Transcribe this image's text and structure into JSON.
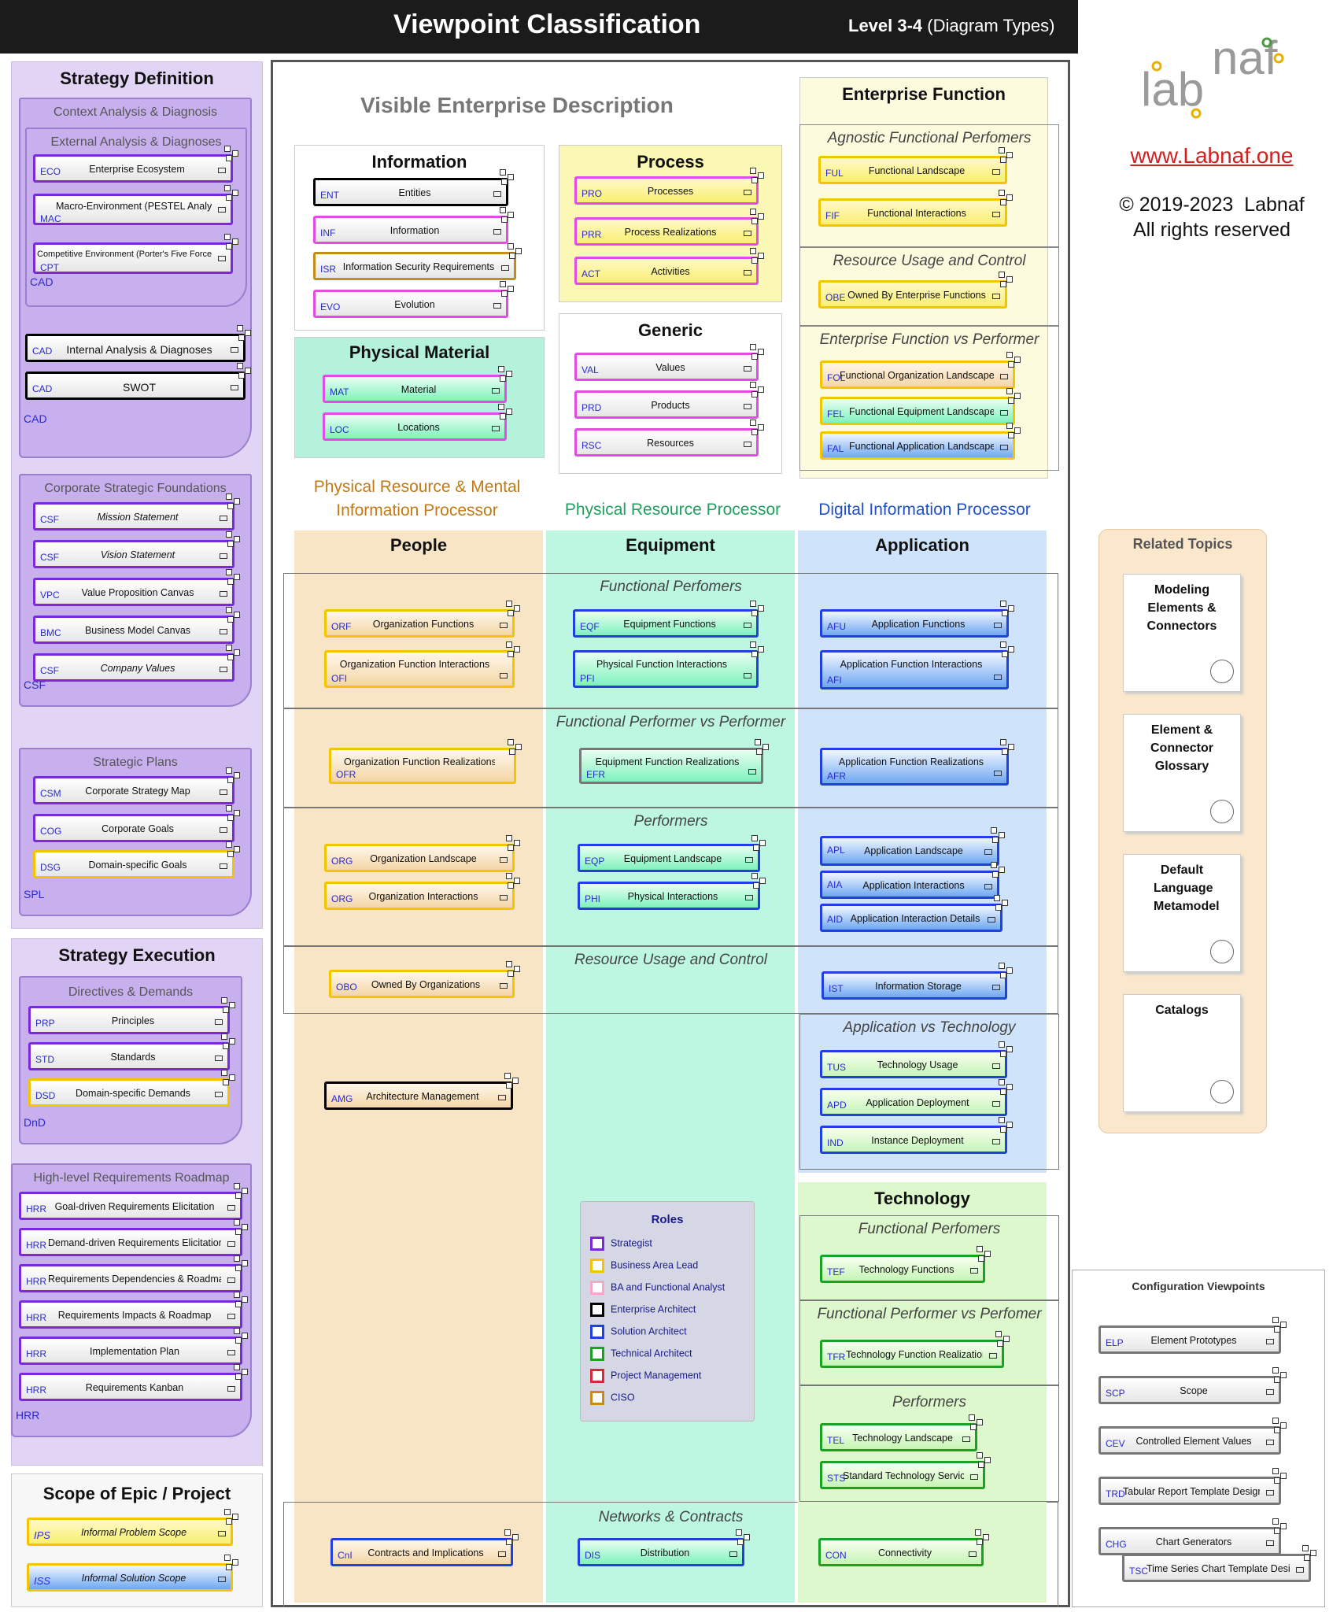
{
  "header": {
    "title": "Viewpoint Classification",
    "level_bold": "Level 3-4",
    "level_rest": " (Diagram Types)"
  },
  "brand": {
    "url": "www.Labnaf.one",
    "copyright": "© 2019-2023  Labnaf",
    "rights": "All rights reserved",
    "logo_text": "labnaf"
  },
  "strategy_definition": {
    "title": "Strategy Definition",
    "context": {
      "title": "Context Analysis & Diagnosis",
      "code": "CAD",
      "external": {
        "title": "External Analysis & Diagnoses",
        "code": "CAD",
        "items": [
          {
            "code": "ECO",
            "name": "Enterprise Ecosystem"
          },
          {
            "code": "MAC",
            "name": "Macro-Environment (PESTEL Analysis)"
          },
          {
            "code": "CPT",
            "name": "Competitive Environment (Porter's Five Forces)"
          }
        ]
      },
      "internal": {
        "code": "CAD",
        "name": "Internal Analysis & Diagnoses"
      },
      "swot": {
        "code": "CAD",
        "name": "SWOT"
      }
    },
    "csf": {
      "title": "Corporate Strategic Foundations",
      "code": "CSF",
      "items": [
        {
          "code": "CSF",
          "name": "Mission Statement"
        },
        {
          "code": "CSF",
          "name": "Vision Statement"
        },
        {
          "code": "VPC",
          "name": "Value Proposition Canvas"
        },
        {
          "code": "BMC",
          "name": "Business Model Canvas"
        },
        {
          "code": "CSF",
          "name": "Company Values"
        }
      ]
    },
    "spl": {
      "title": "Strategic Plans",
      "code": "SPL",
      "items": [
        {
          "code": "CSM",
          "name": "Corporate Strategy Map"
        },
        {
          "code": "COG",
          "name": "Corporate Goals"
        },
        {
          "code": "DSG",
          "name": "Domain-specific Goals"
        }
      ]
    }
  },
  "strategy_execution": {
    "title": "Strategy Execution",
    "dnd": {
      "title": "Directives & Demands",
      "code": "DnD",
      "items": [
        {
          "code": "PRP",
          "name": "Principles"
        },
        {
          "code": "STD",
          "name": "Standards"
        },
        {
          "code": "DSD",
          "name": "Domain-specific Demands"
        }
      ]
    },
    "hrr": {
      "title": "High-level Requirements Roadmap",
      "code": "HRR",
      "items": [
        {
          "code": "HRR",
          "name": "Goal-driven Requirements Elicitation"
        },
        {
          "code": "HRR",
          "name": "Demand-driven Requirements Elicitation"
        },
        {
          "code": "HRR",
          "name": "Requirements Dependencies & Roadmap"
        },
        {
          "code": "HRR",
          "name": "Requirements Impacts & Roadmap"
        },
        {
          "code": "HRR",
          "name": "Implementation Plan"
        },
        {
          "code": "HRR",
          "name": "Requirements Kanban"
        }
      ]
    }
  },
  "scope": {
    "title": "Scope of Epic / Project",
    "items": [
      {
        "code": "IPS",
        "name": "Informal Problem Scope"
      },
      {
        "code": "ISS",
        "name": "Informal Solution Scope"
      }
    ]
  },
  "ved": {
    "title": "Visible Enterprise Description",
    "information": {
      "title": "Information",
      "items": [
        {
          "code": "ENT",
          "name": "Entities"
        },
        {
          "code": "INF",
          "name": "Information"
        },
        {
          "code": "ISR",
          "name": "Information Security Requirements"
        },
        {
          "code": "EVO",
          "name": "Evolution"
        }
      ]
    },
    "physical_material": {
      "title": "Physical Material",
      "items": [
        {
          "code": "MAT",
          "name": "Material"
        },
        {
          "code": "LOC",
          "name": "Locations"
        }
      ]
    },
    "process": {
      "title": "Process",
      "items": [
        {
          "code": "PRO",
          "name": "Processes"
        },
        {
          "code": "PRR",
          "name": "Process Realizations"
        },
        {
          "code": "ACT",
          "name": "Activities"
        }
      ]
    },
    "generic": {
      "title": "Generic",
      "items": [
        {
          "code": "VAL",
          "name": "Values"
        },
        {
          "code": "PRD",
          "name": "Products"
        },
        {
          "code": "RSC",
          "name": "Resources"
        }
      ]
    }
  },
  "enterprise_function": {
    "title": "Enterprise Function",
    "agnostic": {
      "title": "Agnostic Functional Perfomers",
      "items": [
        {
          "code": "FUL",
          "name": "Functional Landscape"
        },
        {
          "code": "FIF",
          "name": "Functional Interactions"
        }
      ]
    },
    "resource": {
      "title": "Resource Usage and Control",
      "items": [
        {
          "code": "OBE",
          "name": "Owned By Enterprise Functions"
        }
      ]
    },
    "vs": {
      "title": "Enterprise Function vs Performer",
      "items": [
        {
          "code": "FOL",
          "name": "Functional Organization Landscape"
        },
        {
          "code": "FEL",
          "name": "Functional Equipment Landscape"
        },
        {
          "code": "FAL",
          "name": "Functional Application Landscape"
        }
      ]
    }
  },
  "processors": {
    "people_proc": "Physical Resource & Mental Information Processor",
    "equip_proc": "Physical Resource Processor",
    "app_proc": "Digital Information Processor",
    "people": "People",
    "equipment": "Equipment",
    "application": "Application"
  },
  "bands": {
    "functional": "Functional Perfomers",
    "fvp": "Functional Performer vs Performer",
    "performers": "Performers",
    "resource": "Resource Usage and Control",
    "avt": "Application vs Technology",
    "networks": "Networks & Contracts"
  },
  "people_items": {
    "orf": {
      "code": "ORF",
      "name": "Organization Functions"
    },
    "ofi": {
      "code": "OFI",
      "name": "Organization Function Interactions"
    },
    "ofr": {
      "code": "OFR",
      "name": "Organization Function Realizations"
    },
    "org1": {
      "code": "ORG",
      "name": "Organization Landscape"
    },
    "org2": {
      "code": "ORG",
      "name": "Organization Interactions"
    },
    "obo": {
      "code": "OBO",
      "name": "Owned By Organizations"
    },
    "amg": {
      "code": "AMG",
      "name": "Architecture Management"
    },
    "cni": {
      "code": "CnI",
      "name": "Contracts and Implications"
    }
  },
  "equip_items": {
    "eqf": {
      "code": "EQF",
      "name": "Equipment Functions"
    },
    "pfi": {
      "code": "PFI",
      "name": "Physical Function Interactions"
    },
    "efr": {
      "code": "EFR",
      "name": "Equipment Function Realizations"
    },
    "eqp": {
      "code": "EQP",
      "name": "Equipment Landscape"
    },
    "phi": {
      "code": "PHI",
      "name": "Physical Interactions"
    },
    "dis": {
      "code": "DIS",
      "name": "Distribution"
    }
  },
  "app_items": {
    "afu": {
      "code": "AFU",
      "name": "Application Functions"
    },
    "afi": {
      "code": "AFI",
      "name": "Application Function Interactions"
    },
    "afr": {
      "code": "AFR",
      "name": "Application Function Realizations"
    },
    "apl": {
      "code": "APL",
      "name": "Application Landscape"
    },
    "aia": {
      "code": "AIA",
      "name": "Application Interactions"
    },
    "aid": {
      "code": "AID",
      "name": "Application Interaction Details"
    },
    "ist": {
      "code": "IST",
      "name": "Information Storage"
    },
    "tus": {
      "code": "TUS",
      "name": "Technology Usage"
    },
    "apd": {
      "code": "APD",
      "name": "Application Deployment"
    },
    "ind": {
      "code": "IND",
      "name": "Instance Deployment"
    }
  },
  "technology": {
    "title": "Technology",
    "functional": "Functional Perfomers",
    "fvp": "Functional Performer vs Perfomer",
    "performers": "Performers",
    "items": {
      "tef": {
        "code": "TEF",
        "name": "Technology Functions"
      },
      "tfr": {
        "code": "TFR",
        "name": "Technology Function Realizations"
      },
      "tel": {
        "code": "TEL",
        "name": "Technology Landscape"
      },
      "sts": {
        "code": "STS",
        "name": "Standard Technology Services"
      },
      "con": {
        "code": "CON",
        "name": "Connectivity"
      }
    }
  },
  "roles": {
    "title": "Roles",
    "items": [
      {
        "name": "Strategist",
        "color": "#7a2ad8"
      },
      {
        "name": "Business Area Lead",
        "color": "#f2c500"
      },
      {
        "name": "BA and Functional Analyst",
        "color": "#f7a8c8"
      },
      {
        "name": "Enterprise Architect",
        "color": "#000000"
      },
      {
        "name": "Solution Architect",
        "color": "#2040e0"
      },
      {
        "name": "Technical Architect",
        "color": "#19a324"
      },
      {
        "name": "Project Management",
        "color": "#d8283c"
      },
      {
        "name": "CISO",
        "color": "#c98a1c"
      }
    ]
  },
  "related": {
    "title": "Related Topics",
    "cards": [
      "Modeling Elements & Connectors",
      "Element & Connector Glossary",
      "Default Language Metamodel",
      "Catalogs"
    ]
  },
  "config": {
    "title": "Configuration Viewpoints",
    "items": [
      {
        "code": "ELP",
        "name": "Element Prototypes"
      },
      {
        "code": "SCP",
        "name": "Scope"
      },
      {
        "code": "CEV",
        "name": "Controlled Element Values"
      },
      {
        "code": "TRD",
        "name": "Tabular Report Template Design"
      },
      {
        "code": "CHG",
        "name": "Chart Generators"
      },
      {
        "code": "TSC",
        "name": "Time Series Chart Template Design"
      }
    ]
  }
}
